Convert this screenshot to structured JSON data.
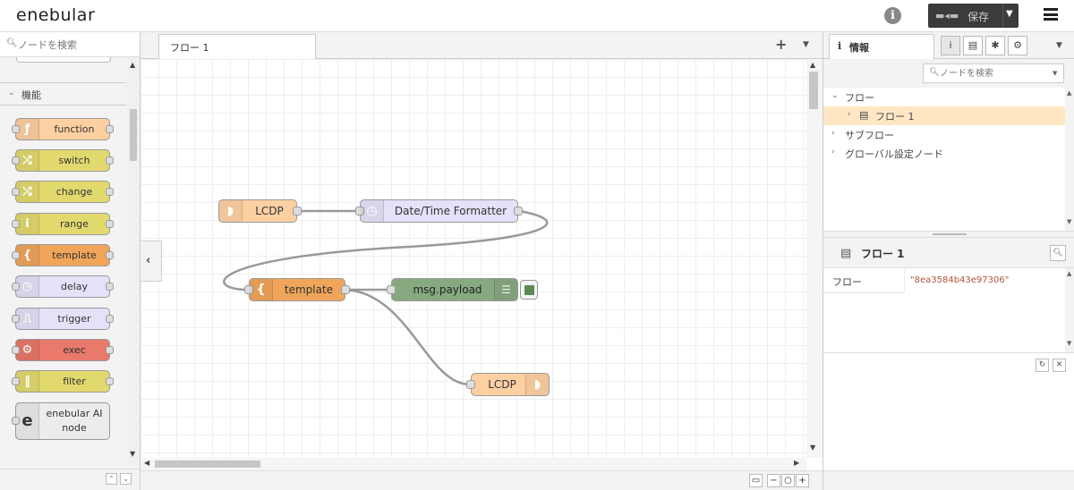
{
  "header": {
    "logo": "enebular",
    "deploy_label": "保存",
    "colors": {
      "deploy_bg": "#3b3b3b"
    }
  },
  "palette": {
    "search_placeholder": "ノードを検索",
    "category": "機能",
    "nodes": [
      {
        "label": "function",
        "icon": "function-icon",
        "glyph": "ƒ",
        "color": "#fdd0a2"
      },
      {
        "label": "switch",
        "icon": "switch-icon",
        "glyph": "⤮",
        "color": "#e2d96e"
      },
      {
        "label": "change",
        "icon": "change-icon",
        "glyph": "⤭",
        "color": "#e2d96e"
      },
      {
        "label": "range",
        "icon": "range-icon",
        "glyph": "i",
        "color": "#e2d96e"
      },
      {
        "label": "template",
        "icon": "template-icon",
        "glyph": "{",
        "color": "#f0a55a"
      },
      {
        "label": "delay",
        "icon": "delay-icon",
        "glyph": "◷",
        "color": "#e6e0f8"
      },
      {
        "label": "trigger",
        "icon": "trigger-icon",
        "glyph": "⎍",
        "color": "#e6e0f8"
      },
      {
        "label": "exec",
        "icon": "exec-icon",
        "glyph": "⚙",
        "color": "#e8796b"
      },
      {
        "label": "filter",
        "icon": "filter-icon",
        "glyph": "‖",
        "color": "#e2d96e"
      },
      {
        "label": "enebular AI node",
        "line1": "enebular AI",
        "line2": "node",
        "icon": "enebular-ai-icon",
        "glyph": "e",
        "color": "#ececec"
      }
    ]
  },
  "workspace": {
    "tab_label": "フロー 1",
    "nodes": {
      "lcdp_in": {
        "label": "LCDP",
        "color": "#fdd0a2"
      },
      "datetime": {
        "label": "Date/Time Formatter",
        "color": "#e6e0f8"
      },
      "template": {
        "label": "template",
        "color": "#f0a55a"
      },
      "debug": {
        "label": "msg.payload",
        "color": "#87a980"
      },
      "lcdp_out": {
        "label": "LCDP",
        "color": "#fdd0a2"
      }
    }
  },
  "sidebar": {
    "active_tab": "情報",
    "search_placeholder": "ノードを検索",
    "tree": [
      {
        "label": "フロー",
        "expanded": true
      },
      {
        "label": "フロー 1",
        "selected": true
      },
      {
        "label": "サブフロー",
        "expanded": false
      },
      {
        "label": "グローバル設定ノード",
        "expanded": false
      }
    ],
    "info_title": "フロー 1",
    "prop_key": "フロー",
    "prop_value": "\"8ea3584b43e97306\""
  }
}
